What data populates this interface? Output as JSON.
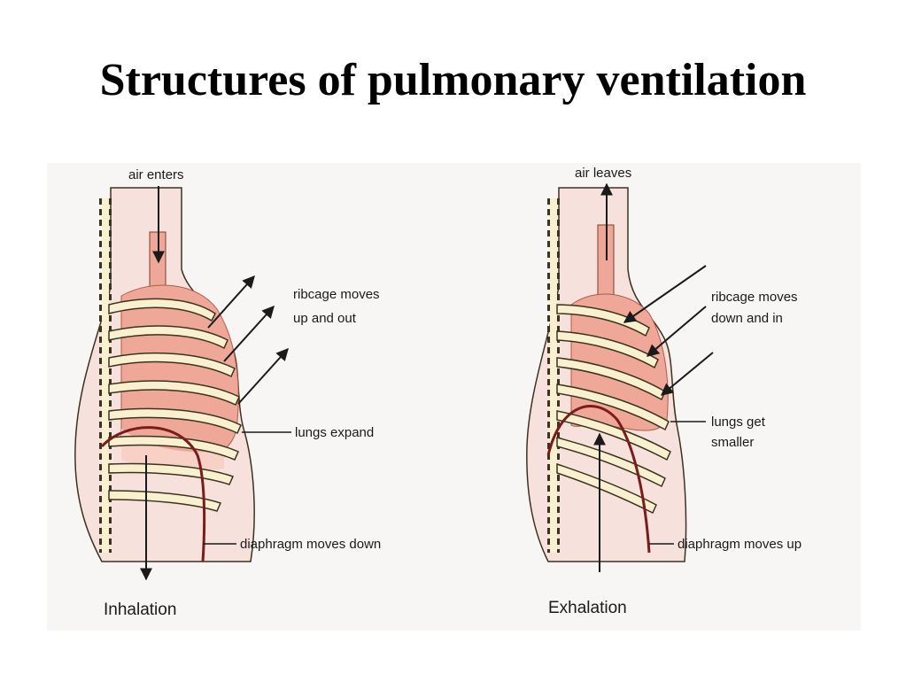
{
  "slide": {
    "title": "Structures of pulmonary ventilation"
  },
  "colors": {
    "page_bg": "#f7f6f4",
    "body_tint": "#f6e1dc",
    "lung": "#efa898",
    "lung_light": "#f7d0c6",
    "rib_fill": "#f9f0cf",
    "rib_stroke": "#3b3320",
    "diaphragm": "#7a1c1c",
    "arrow": "#1a1a1a",
    "text": "#1a1a1a"
  },
  "inhalation": {
    "caption": "Inhalation",
    "labels": {
      "air": "air enters",
      "ribcage_1": "ribcage moves",
      "ribcage_2": "up and out",
      "lungs": "lungs expand",
      "diaphragm": "diaphragm moves down"
    }
  },
  "exhalation": {
    "caption": "Exhalation",
    "labels": {
      "air": "air leaves",
      "ribcage_1": "ribcage moves",
      "ribcage_2": "down and in",
      "lungs_1": "lungs get",
      "lungs_2": "smaller",
      "diaphragm": "diaphragm moves up"
    }
  }
}
